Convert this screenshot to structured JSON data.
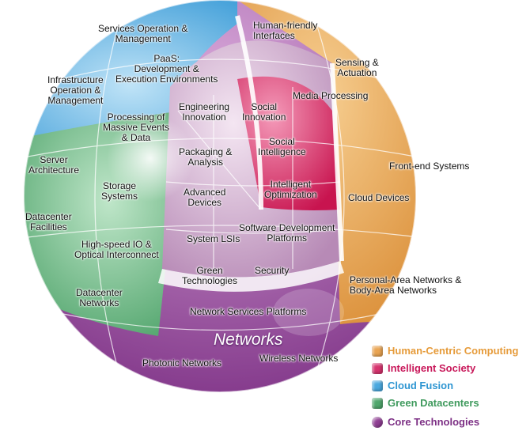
{
  "colors": {
    "human_centric": "#e9a452",
    "intelligent_society": "#d6336e",
    "cloud_fusion": "#4aa8df",
    "green_datacenters": "#4fa66c",
    "core_technologies": "#8f3e93"
  },
  "center_label": "Networks",
  "labels": {
    "services_op": "Services Operation &\nManagement",
    "human_friendly": "Human-friendly\nInterfaces",
    "sensing": "Sensing &\nActuation",
    "paas": "PaaS:\nDevelopment &\nExecution Environments",
    "infra_op": "Infrastructure\nOperation &\nManagement",
    "media": "Media Processing",
    "engineering": "Engineering\nInnovation",
    "social_innovation": "Social\nInnovation",
    "massive_events": "Processing of\nMassive Events\n& Data",
    "social_intelligence": "Social\nIntelligence",
    "packaging": "Packaging &\nAnalysis",
    "server_arch": "Server\nArchitecture",
    "frontend": "Front-end Systems",
    "storage": "Storage\nSystems",
    "intelligent_opt": "Intelligent\nOptimization",
    "advanced_devices": "Advanced\nDevices",
    "cloud_devices": "Cloud Devices",
    "dc_facilities": "Datacenter\nFacilities",
    "sw_dev": "Software Development\nPlatforms",
    "system_lsi": "System LSIs",
    "highspeed_io": "High-speed IO &\nOptical Interconnect",
    "green_tech": "Green\nTechnologies",
    "security": "Security",
    "personal_area": "Personal-Area Networks &\nBody-Area Networks",
    "dc_networks": "Datacenter\nNetworks",
    "net_services": "Network Services Platforms",
    "photonic": "Photonic Networks",
    "wireless": "Wireless Networks"
  },
  "legend": [
    {
      "label": "Human-Centric Computing",
      "color": "#e9a452"
    },
    {
      "label": "Intelligent Society",
      "color": "#d6336e"
    },
    {
      "label": "Cloud Fusion",
      "color": "#4aa8df"
    },
    {
      "label": "Green Datacenters",
      "color": "#4fa66c"
    },
    {
      "label": "Core Technologies",
      "color": "#8f3e93"
    }
  ]
}
